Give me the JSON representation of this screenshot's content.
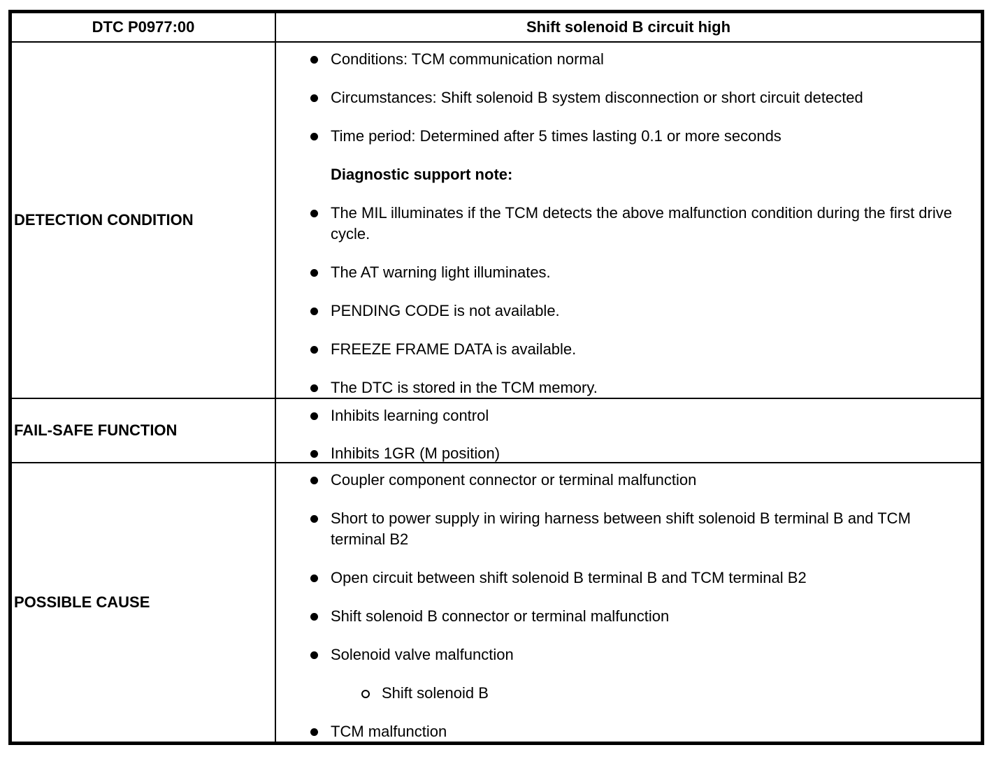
{
  "table": {
    "header": {
      "dtc": "DTC P0977:00",
      "title": "Shift solenoid B circuit high"
    },
    "rows": [
      {
        "label": "DETECTION CONDITION",
        "items": [
          {
            "type": "bullet",
            "text": "Conditions: TCM communication normal"
          },
          {
            "type": "bullet",
            "text": "Circumstances: Shift solenoid B system disconnection or short circuit detected"
          },
          {
            "type": "bullet",
            "text": "Time period: Determined after 5 times lasting 0.1 or more seconds"
          },
          {
            "type": "heading",
            "text": "Diagnostic support note:"
          },
          {
            "type": "bullet",
            "text": "The MIL illuminates if the TCM detects the above malfunction condition during the first drive cycle."
          },
          {
            "type": "bullet",
            "text": "The AT warning light illuminates."
          },
          {
            "type": "bullet",
            "text": "PENDING CODE is not available."
          },
          {
            "type": "bullet",
            "text": "FREEZE FRAME DATA is available."
          },
          {
            "type": "bullet",
            "text": "The DTC is stored in the TCM memory."
          }
        ]
      },
      {
        "label": "FAIL-SAFE FUNCTION",
        "items": [
          {
            "type": "bullet",
            "text": "Inhibits learning control"
          },
          {
            "type": "bullet",
            "text": "Inhibits 1GR (M position)"
          }
        ]
      },
      {
        "label": "POSSIBLE CAUSE",
        "items": [
          {
            "type": "bullet",
            "text": "Coupler component connector or terminal malfunction"
          },
          {
            "type": "bullet",
            "text": "Short to power supply in wiring harness between shift solenoid B terminal B and TCM terminal B2"
          },
          {
            "type": "bullet",
            "text": "Open circuit between shift solenoid B terminal B and TCM terminal B2"
          },
          {
            "type": "bullet",
            "text": "Shift solenoid B connector or terminal malfunction"
          },
          {
            "type": "bullet",
            "text": "Solenoid valve malfunction"
          },
          {
            "type": "sub",
            "text": "Shift solenoid B"
          },
          {
            "type": "bullet",
            "text": "TCM malfunction"
          }
        ]
      }
    ],
    "colors": {
      "border": "#000000",
      "background": "#ffffff",
      "text": "#000000"
    }
  }
}
